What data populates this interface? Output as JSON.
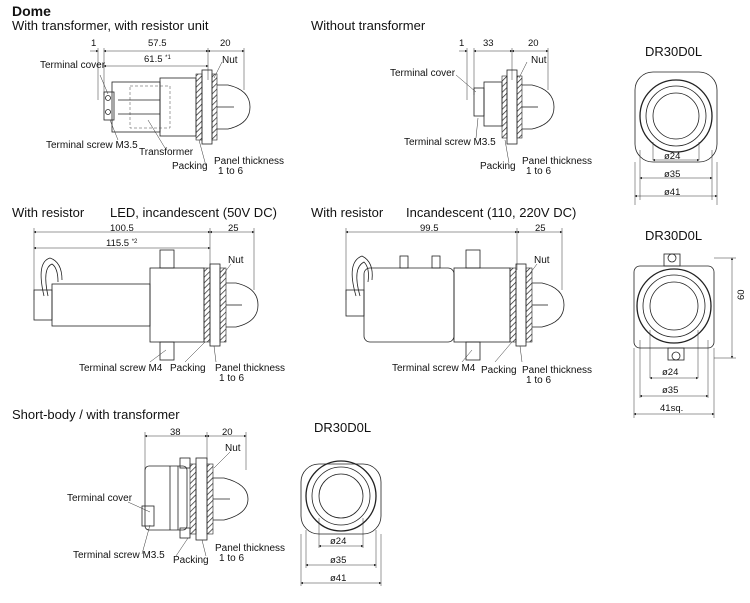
{
  "title": "Dome",
  "sections": {
    "s1": {
      "heading": "With transformer, with resistor unit",
      "dim_a": "1",
      "dim_b": "57.5",
      "dim_c": "20",
      "dim_d": "61.5",
      "dim_d_note": "*1"
    },
    "s2": {
      "heading": "Without transformer",
      "dim_a": "1",
      "dim_b": "33",
      "dim_c": "20"
    },
    "s3": {
      "heading_a": "With resistor",
      "heading_b": "LED, incandescent (50V DC)",
      "dim_a": "100.5",
      "dim_b": "25",
      "dim_c": "115.5",
      "dim_c_note": "*2"
    },
    "s4": {
      "heading_a": "With resistor",
      "heading_b": "Incandescent (110, 220V DC)",
      "dim_a": "99.5",
      "dim_b": "25"
    },
    "s5": {
      "heading": "Short-body / with transformer",
      "dim_a": "38",
      "dim_b": "20"
    }
  },
  "labels": {
    "terminal_cover": "Terminal cover",
    "terminal_screw_m35": "Terminal screw M3.5",
    "terminal_screw_m4": "Terminal screw M4",
    "transformer": "Transformer",
    "nut": "Nut",
    "packing": "Packing",
    "panel_thickness": "Panel thickness",
    "panel_range": "1 to 6"
  },
  "front_views": {
    "v1": {
      "model": "DR30D0L",
      "d1": "ø24",
      "d2": "ø35",
      "d3": "ø41"
    },
    "v2": {
      "model": "DR30D0L",
      "d1": "ø24",
      "d2": "ø35",
      "d3": "41sq.",
      "side": "60"
    },
    "v3": {
      "model": "DR30D0L",
      "d1": "ø24",
      "d2": "ø35",
      "d3": "ø41"
    }
  }
}
